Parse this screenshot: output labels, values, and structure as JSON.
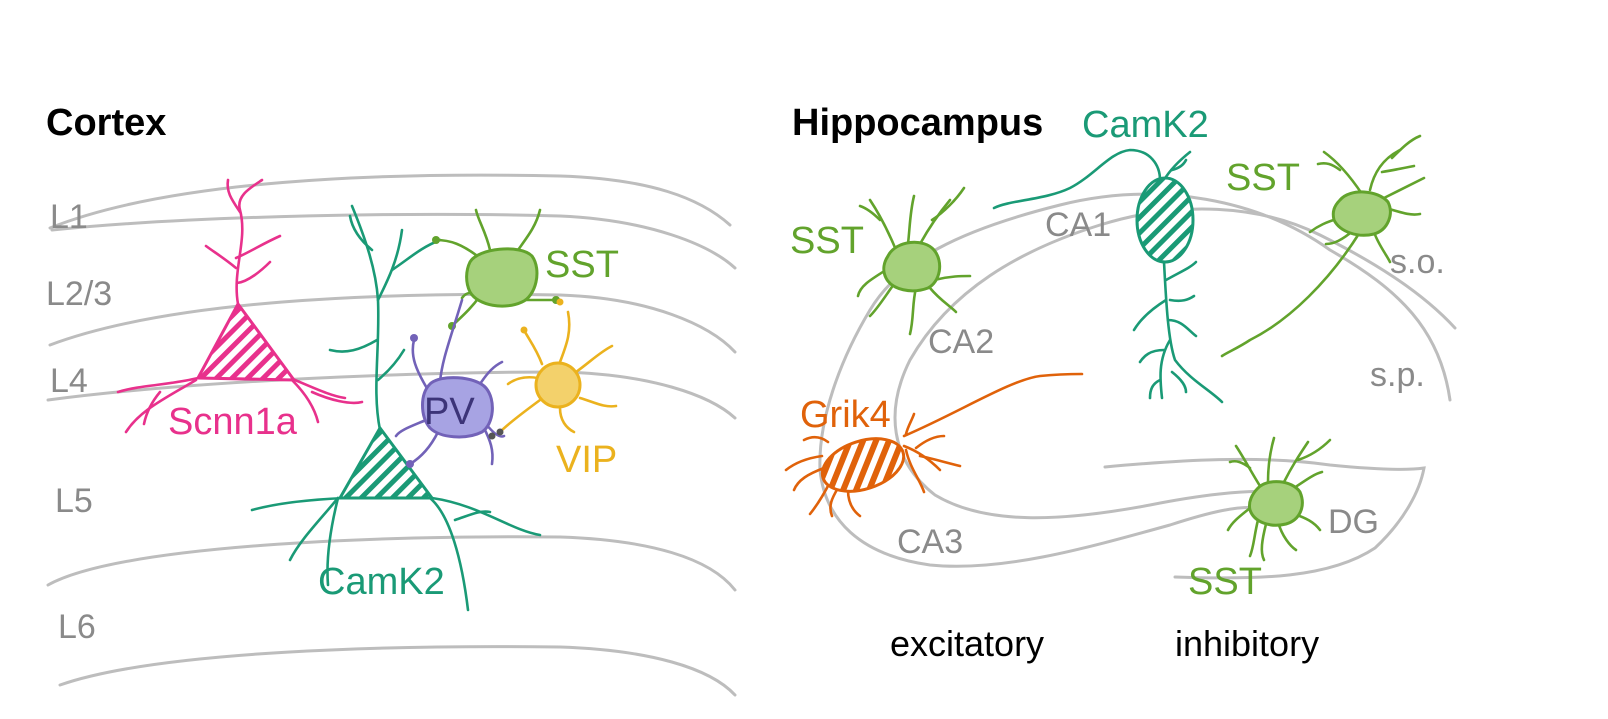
{
  "titles": {
    "cortex": "Cortex",
    "hippocampus": "Hippocampus"
  },
  "cortex_layers": [
    "L1",
    "L2/3",
    "L4",
    "L5",
    "L6"
  ],
  "cortex_cells": {
    "scnn1a": "Scnn1a",
    "camk2": "CamK2",
    "pv": "PV",
    "sst": "SST",
    "vip": "VIP"
  },
  "hippocampus_regions": {
    "ca1": "CA1",
    "ca2": "CA2",
    "ca3": "CA3",
    "dg": "DG",
    "so": "s.o.",
    "sp": "s.p."
  },
  "hippocampus_cells": {
    "camk2": "CamK2",
    "sst_ca1_left": "SST",
    "sst_ca1_right": "SST",
    "grik4": "Grik4",
    "sst_dg": "SST"
  },
  "legend": {
    "excitatory": "excitatory",
    "inhibitory": "inhibitory"
  },
  "colors": {
    "scnn1a": "#e8318c",
    "camk2": "#1a9a76",
    "pv_fill": "#a7a3e3",
    "pv_stroke": "#7262b8",
    "sst_fill": "#a6d17c",
    "sst_stroke": "#62a32c",
    "vip_fill": "#f3d16b",
    "vip_stroke": "#ebb21e",
    "grik4": "#e0620a",
    "outline": "#bdbdbd",
    "label_gray": "#8a8a8a"
  }
}
